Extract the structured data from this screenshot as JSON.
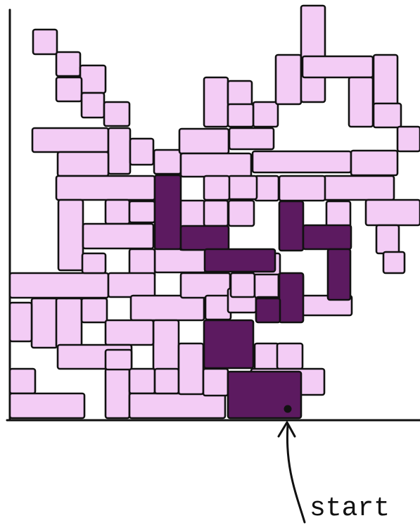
{
  "diagram": {
    "start_label": "start",
    "colors": {
      "light_tile": "#f3ccf5",
      "dark_tile": "#5c1a60",
      "outline": "#111111",
      "background": "#ffffff"
    },
    "counts": {
      "light_tiles": 78,
      "dark_tiles": 10
    }
  }
}
